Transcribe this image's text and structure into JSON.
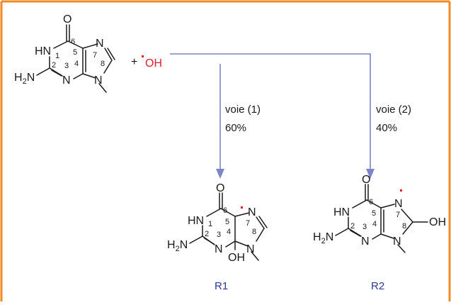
{
  "border_color": "#f08a24",
  "radical_color": "#e0202a",
  "arrow_color": "#7a86c8",
  "caption_color": "#2b3a8c",
  "reactant": {
    "atoms": {
      "O": "O",
      "HN": "HN",
      "N3": "N",
      "N7": "N",
      "N9": "N",
      "H2N_H": "H",
      "H2N_sub": "2",
      "H2N_N": "N"
    },
    "numbers": {
      "n1": "1",
      "n2": "2",
      "n3": "3",
      "n4": "4",
      "n5": "5",
      "n6": "6",
      "n7": "7",
      "n8": "8"
    }
  },
  "reagent": {
    "plus": "+",
    "oh": "OH"
  },
  "path1": {
    "label": "voie (1)",
    "yield": "60%"
  },
  "path2": {
    "label": "voie (2)",
    "yield": "40%"
  },
  "product1": {
    "caption": "R1",
    "atoms": {
      "O": "O",
      "HN": "HN",
      "N3": "N",
      "N7": "N",
      "N9": "N",
      "OH": "OH",
      "H2N_H": "H",
      "H2N_sub": "2",
      "H2N_N": "N"
    },
    "numbers": {
      "n1": "1",
      "n2": "2",
      "n3": "3",
      "n4": "4",
      "n5": "5",
      "n6": "6",
      "n7": "7",
      "n8": "8"
    }
  },
  "product2": {
    "caption": "R2",
    "atoms": {
      "O": "O",
      "HN": "HN",
      "N3": "N",
      "N7": "N",
      "N9": "N",
      "OH": "OH",
      "H2N_H": "H",
      "H2N_sub": "2",
      "H2N_N": "N"
    },
    "numbers": {
      "n2": "2",
      "n3": "3",
      "n4": "4",
      "n5": "5",
      "n6": "6",
      "n7": "7",
      "n8": "8"
    }
  }
}
